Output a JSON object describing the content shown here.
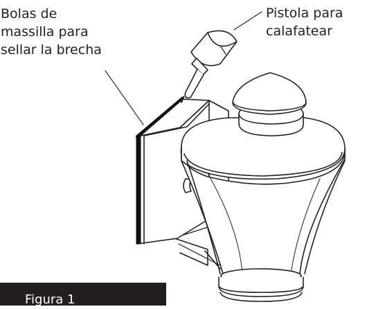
{
  "labels": {
    "sealant_lines": [
      "Bolas de",
      "massilla para",
      "sellar la brecha"
    ],
    "caulk_gun_lines": [
      "Pistola para",
      "calafatear"
    ]
  },
  "figure_caption": "Figura 1",
  "colors": {
    "ink": "#231f20",
    "background": "#ffffff",
    "sealant_bead": "#111111"
  },
  "icons": [
    "caulking-gun-icon",
    "wall-fixture-icon"
  ]
}
